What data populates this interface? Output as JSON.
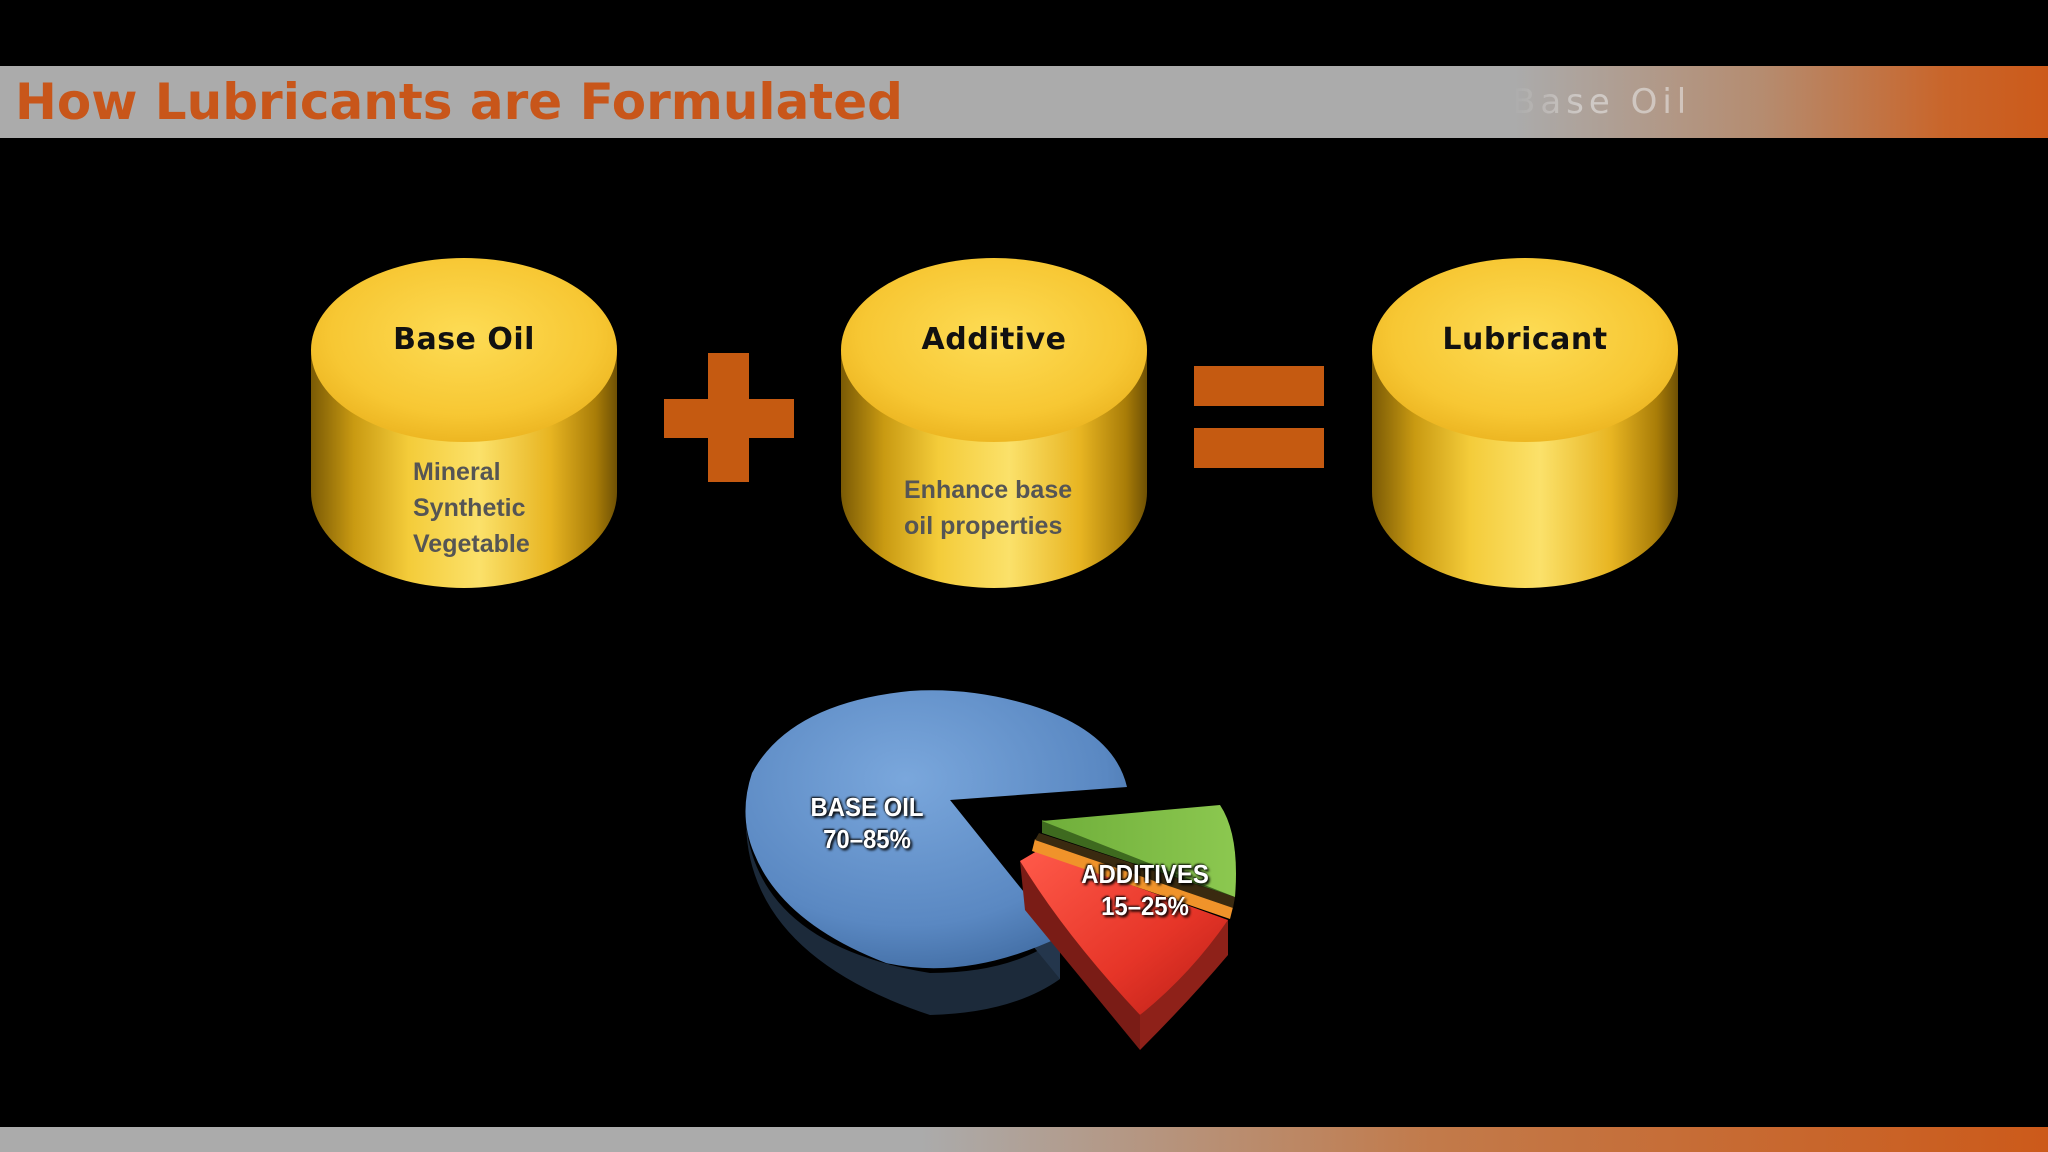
{
  "title": "How Lubricants are Formulated",
  "ghost_title": "Base Oil",
  "cylinders": {
    "base_oil": {
      "label": "Base Oil",
      "lines": [
        "Mineral",
        "Synthetic",
        "Vegetable"
      ]
    },
    "additive": {
      "label": "Additive",
      "lines": [
        "Enhance base",
        "oil properties"
      ]
    },
    "lubricant": {
      "label": "Lubricant"
    }
  },
  "pie": {
    "base_oil": {
      "name": "BASE OIL",
      "range": "70–85%"
    },
    "additives": {
      "name": "ADDITIVES",
      "range": "15–25%"
    }
  },
  "colors": {
    "title_orange": "#c8561a",
    "operator_orange": "#c55a11",
    "cylinder_gold": "#f5c431",
    "pie_blue": "#5a88c2",
    "pie_red": "#e83a2e",
    "pie_green": "#7ab843"
  }
}
